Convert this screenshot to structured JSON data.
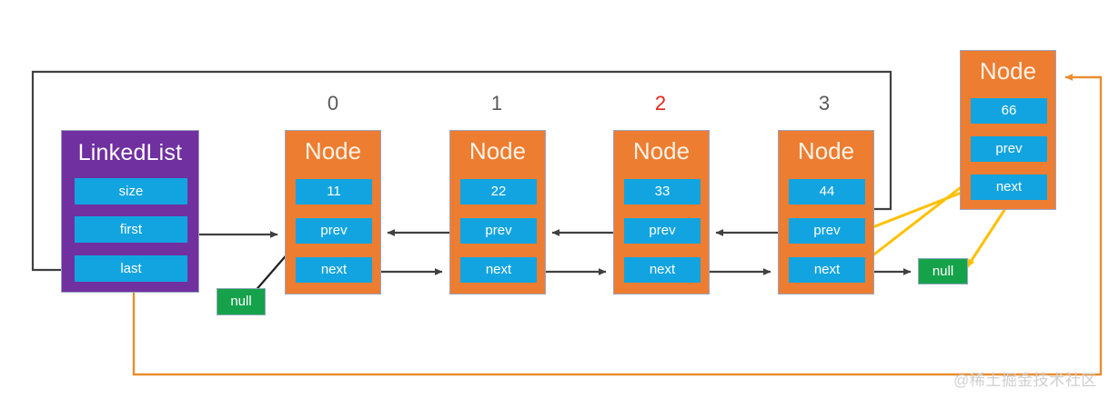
{
  "diagram": {
    "title": "LinkedList doubly-linked node diagram",
    "colors": {
      "list_box": "#7030A0",
      "node_box": "#ED7D31",
      "field_box": "#12A4E0",
      "null_box": "#15A24A",
      "highlight_index": "#E8241B",
      "pointer_line": "#404040",
      "new_node_line": "#E98E31",
      "relink_line": "#FFC000",
      "watermark": "#cfcfcf"
    },
    "linked_list": {
      "title": "LinkedList",
      "fields": [
        {
          "label": "size"
        },
        {
          "label": "first"
        },
        {
          "label": "last"
        }
      ]
    },
    "indices": [
      {
        "label": "0",
        "highlight": false
      },
      {
        "label": "1",
        "highlight": false
      },
      {
        "label": "2",
        "highlight": true
      },
      {
        "label": "3",
        "highlight": false
      }
    ],
    "nodes": [
      {
        "title": "Node",
        "value": "11",
        "prev_label": "prev",
        "next_label": "next"
      },
      {
        "title": "Node",
        "value": "22",
        "prev_label": "prev",
        "next_label": "next"
      },
      {
        "title": "Node",
        "value": "33",
        "prev_label": "prev",
        "next_label": "next"
      },
      {
        "title": "Node",
        "value": "44",
        "prev_label": "prev",
        "next_label": "next"
      },
      {
        "title": "Node",
        "value": "66",
        "prev_label": "prev",
        "next_label": "next"
      }
    ],
    "null_boxes": [
      {
        "label": "null"
      },
      {
        "label": "null"
      }
    ],
    "watermark": "@稀土掘金技术社区"
  }
}
